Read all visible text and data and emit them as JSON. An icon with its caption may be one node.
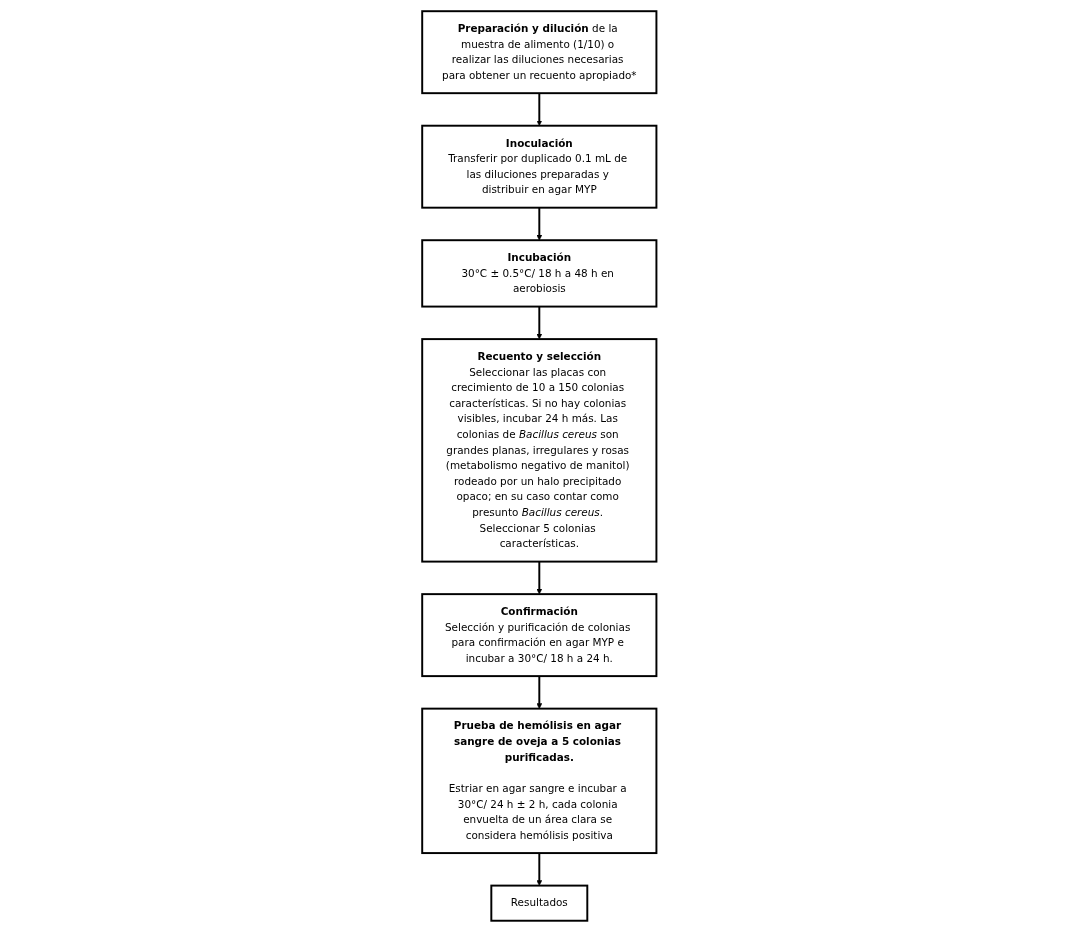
{
  "diagram": {
    "nodes": [
      {
        "text": [
          "**Preparación y dilución** de la muestra de alimento (1/10) o realizar las diluciones necesarias para obtener un recuento apropiado*"
        ]
      },
      {
        "text": [
          "Inoculación",
          "Transferir por duplicado 0.1 mL de las diluciones preparadas y distribuir en agar MYP"
        ]
      },
      {
        "text": [
          "Resultados"
        ]
      },
      {
        "text": [
          "Incubación",
          "30°C ± 0.5°C/ 18 h a 48 h en aerobiosis"
        ]
      },
      {
        "text": [
          "Prueba de hemólisis en agar sangre de oveja a 5 colonias purificadas.",
          "Estriar en agar sangre e incubar a 30°C/ 24 h ± 2 h, cada colonia envuelta de un área clara se considera hemólisis positiva"
        ]
      },
      {
        "text": [
          "Recuento y selección",
          "Seleccionar las placas con crecimiento de 10 a 150 colonias características. Si no hay colonias visibles, incubar 24 h más. Las colonias de *Bacillus cereus* son grandes planas, irregulares y rosas (metabolismo negativo de manitol) rodeado por un halo precipitado opaco; en su caso contar como presunto *Bacillus cereus*. Seleccionar 5 colonias características."
        ]
      },
      {
        "text": [
          "Confirmación",
          "Selección y purificación de colonias para confirmación en agar MYP e incubar a 30°C/ 18 h a 24 h."
        ]
      }
    ],
    "edges": [
      {
        "from": 0,
        "to": 1,
        "arrow": "to"
      },
      {
        "from": 1,
        "to": 3,
        "arrow": "to"
      },
      {
        "from": 3,
        "to": 5,
        "arrow": "to"
      },
      {
        "from": 5,
        "to": 6,
        "arrow": "to"
      },
      {
        "from": 6,
        "to": 4,
        "arrow": "to"
      },
      {
        "from": 4,
        "to": 2,
        "arrow": "to"
      }
    ]
  }
}
